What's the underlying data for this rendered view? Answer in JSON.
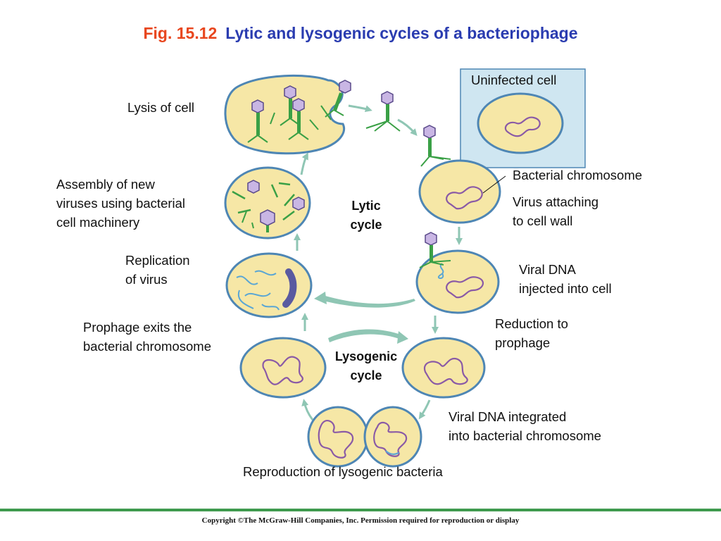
{
  "title": {
    "fig": "Fig. 15.12",
    "text": "Lytic and lysogenic cycles of a bacteriophage"
  },
  "labels": {
    "uninfected": "Uninfected cell",
    "lysis": "Lysis of cell",
    "assembly": [
      "Assembly of new",
      "viruses using bacterial",
      "cell machinery"
    ],
    "replication": [
      "Replication",
      "of virus"
    ],
    "prophage_exits": [
      "Prophage exits the",
      "bacterial chromosome"
    ],
    "bacterial_chromosome": "Bacterial chromosome",
    "virus_attaching": [
      "Virus attaching",
      "to cell wall"
    ],
    "viral_dna_injected": [
      "Viral DNA",
      "injected into cell"
    ],
    "reduction": [
      "Reduction to",
      "prophage"
    ],
    "viral_dna_integrated": [
      "Viral DNA integrated",
      "into bacterial chromosome"
    ],
    "reproduction": "Reproduction of lysogenic bacteria"
  },
  "cycles": {
    "lytic": [
      "Lytic",
      "cycle"
    ],
    "lysogenic": [
      "Lysogenic",
      "cycle"
    ]
  },
  "colors": {
    "title_fig": "#e8461e",
    "title_text": "#2a3cb0",
    "cell_fill": "#f6e7a6",
    "cell_edge": "#4e86b4",
    "arrow": "#8fc6b4",
    "phage_head": "#c9b6e4",
    "phage_tail": "#3aa046",
    "chromosome": "#8a5aa6",
    "viral_dna": "#5aa6d4",
    "panel": "#cfe6f1",
    "rule": "#3f9a4e"
  },
  "footer": {
    "copyright": "Copyright ©The McGraw-Hill Companies, Inc. Permission required for reproduction or display"
  }
}
